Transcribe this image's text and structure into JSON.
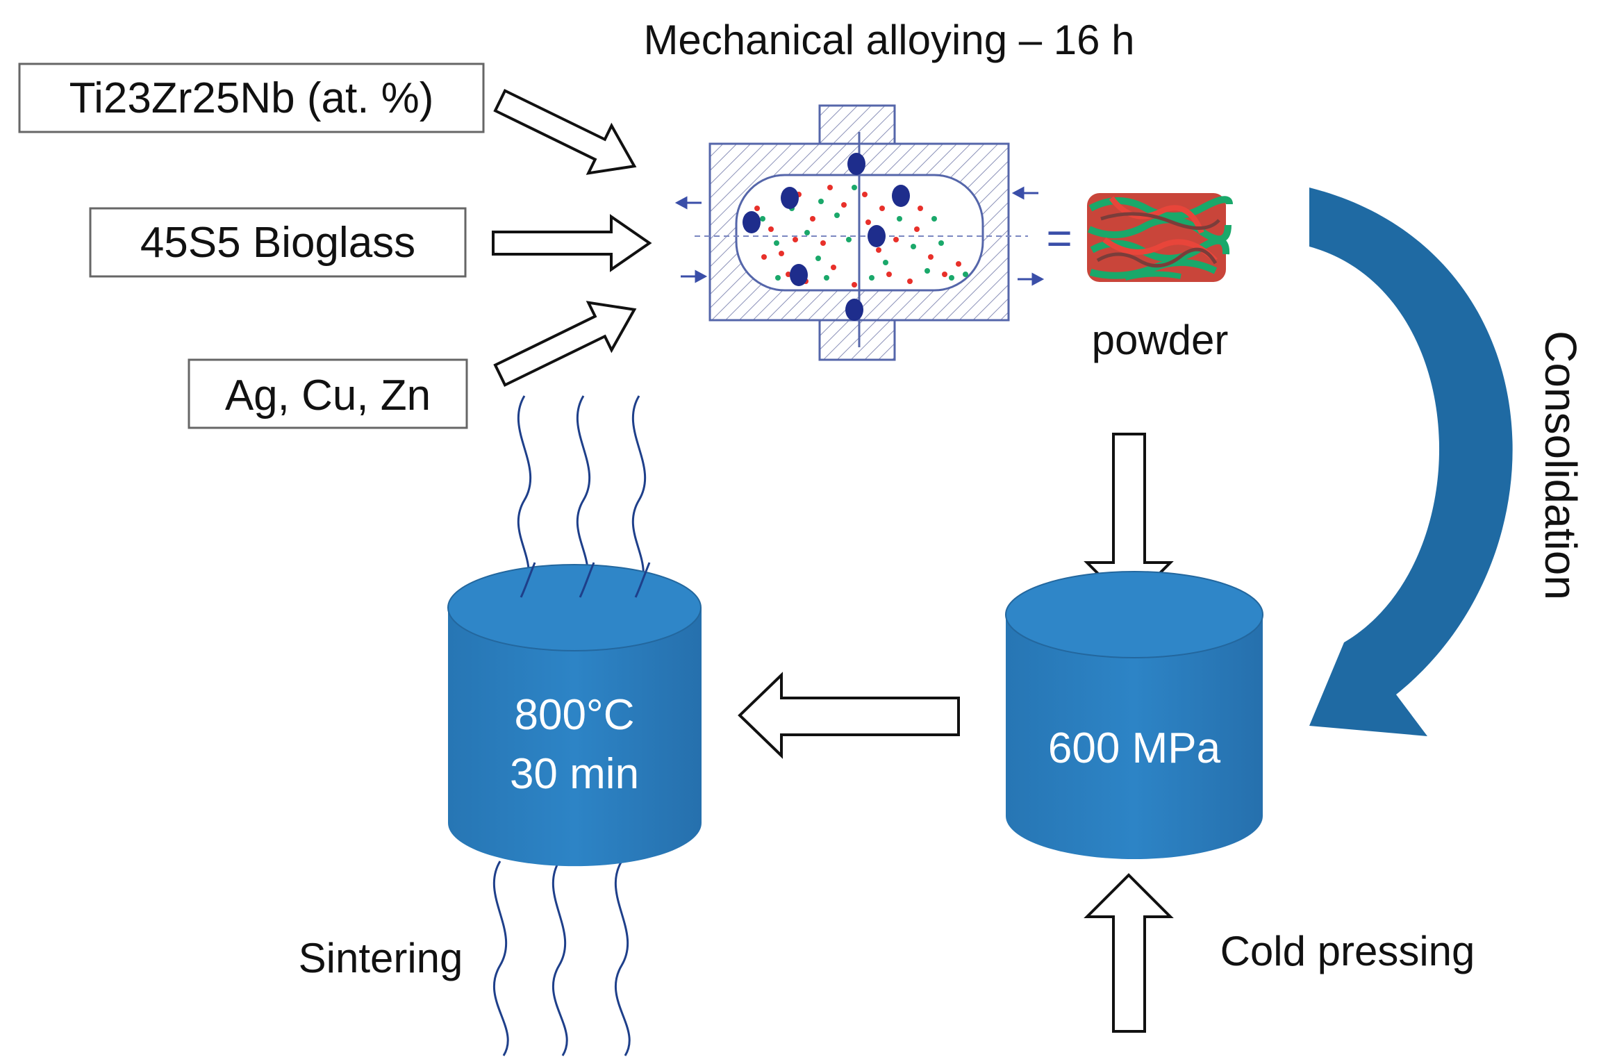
{
  "title": "Mechanical alloying – 16 h",
  "inputs": [
    {
      "label": "Ti23Zr25Nb (at. %)"
    },
    {
      "label": "45S5 Bioglass"
    },
    {
      "label": "Ag, Cu, Zn"
    }
  ],
  "powder_label": "powder",
  "equals_sign": "=",
  "consolidation_label": "Consolidation",
  "cold_pressing": {
    "pressure": "600 MPa",
    "label": "Cold pressing"
  },
  "sintering": {
    "temperature": "800°C",
    "time": "30 min",
    "label": "Sintering"
  },
  "colors": {
    "cylinder": "#2a7ebf",
    "cylinder_top": "#2f86c8",
    "consolidation_arrow": "#1f6aa3",
    "vial_outline": "#5566aa",
    "balls": "#1e2d8c",
    "red_particles": "#e8302a",
    "green_particles": "#1aa86a",
    "wave_lines": "#1e3f8a"
  }
}
